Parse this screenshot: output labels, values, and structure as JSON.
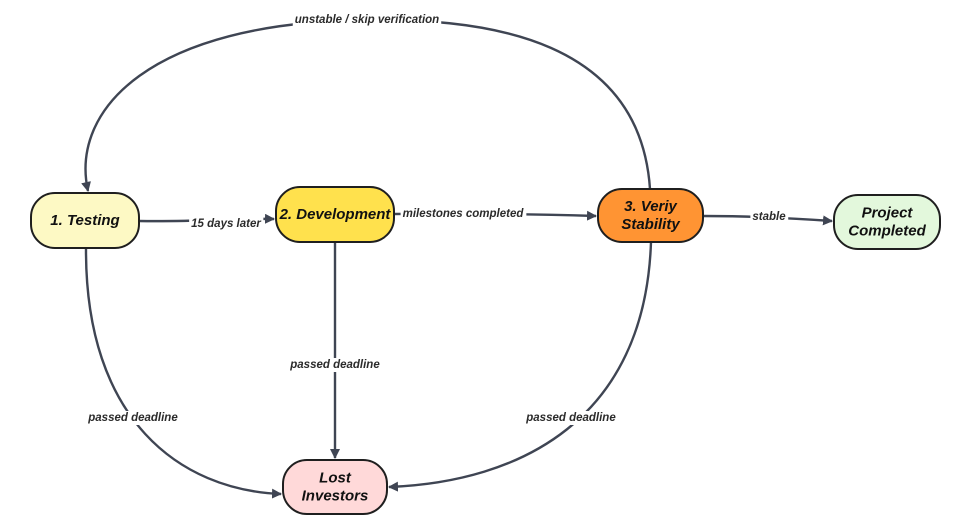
{
  "diagram": {
    "nodes": [
      {
        "id": "testing",
        "lines": [
          "1. Testing"
        ],
        "fill": "#fdf9c4"
      },
      {
        "id": "development",
        "lines": [
          "2. Development"
        ],
        "fill": "#ffe14d"
      },
      {
        "id": "verify",
        "lines": [
          "3. Veriy",
          "Stability"
        ],
        "fill": "#ff9433"
      },
      {
        "id": "completed",
        "lines": [
          "Project",
          "Completed"
        ],
        "fill": "#e3f8dc"
      },
      {
        "id": "lost",
        "lines": [
          "Lost",
          "Investors"
        ],
        "fill": "#ffd9d9"
      }
    ],
    "edges": [
      {
        "id": "testing-to-development",
        "from": "testing",
        "to": "development",
        "label": "15 days later"
      },
      {
        "id": "development-to-verify",
        "from": "development",
        "to": "verify",
        "label": "milestones completed"
      },
      {
        "id": "verify-to-completed",
        "from": "verify",
        "to": "completed",
        "label": "stable"
      },
      {
        "id": "verify-to-testing",
        "from": "verify",
        "to": "testing",
        "label": "unstable / skip verification"
      },
      {
        "id": "testing-to-lost",
        "from": "testing",
        "to": "lost",
        "label": "passed deadline"
      },
      {
        "id": "development-to-lost",
        "from": "development",
        "to": "lost",
        "label": "passed deadline"
      },
      {
        "id": "verify-to-lost",
        "from": "verify",
        "to": "lost",
        "label": "passed deadline"
      }
    ]
  }
}
